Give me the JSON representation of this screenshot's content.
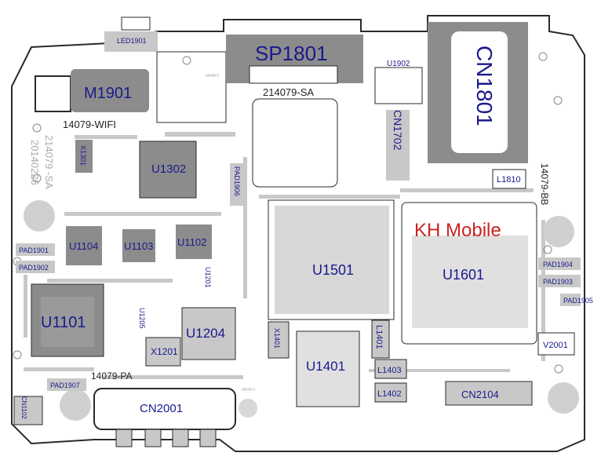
{
  "watermark": "KH Mobile",
  "labels": {
    "sp1801": "SP1801",
    "cn1801": "CN1801",
    "m1901": "M1901",
    "u1302": "U1302",
    "u1104": "U1104",
    "u1103": "U1103",
    "u1102": "U1102",
    "u1101": "U1101",
    "u1204": "U1204",
    "x1201": "X1201",
    "u1501": "U1501",
    "u1601": "U1601",
    "u1401": "U1401",
    "u1902": "U1902",
    "cn1702": "CN1702",
    "l1810": "L1810",
    "l1401": "L1401",
    "l1403": "L1403",
    "l1402": "L1402",
    "cn2104": "CN2104",
    "cn2001": "CN2001",
    "v2001": "V2001",
    "x1401": "X1401",
    "cn1102": "CN1102",
    "pad1901": "PAD1901",
    "pad1902": "PAD1902",
    "pad1904": "PAD1904",
    "pad1903": "PAD1903",
    "pad1905": "PAD1905",
    "pad1906": "PAD1906",
    "pad1907": "PAD1907",
    "led1901": "LED1901",
    "x1301": "X1301",
    "u1205": "U1205",
    "u1201": "U1201",
    "mark1": "MARK1",
    "mark2": "MARK2"
  },
  "texts": {
    "sa_top": "214079-SA",
    "wifi": "14079-WIFI",
    "side_sa": "214079 -SA",
    "side_date": "20140226",
    "bb": "14079-BB",
    "pa": "14079-PA"
  },
  "colors": {
    "outline": "#2a2a2a",
    "chip": "#8c8c8c",
    "pad": "#c8c8c8",
    "label": "#1a1a8c",
    "watermark": "#cc2222",
    "silk": "#aaaaaa"
  }
}
